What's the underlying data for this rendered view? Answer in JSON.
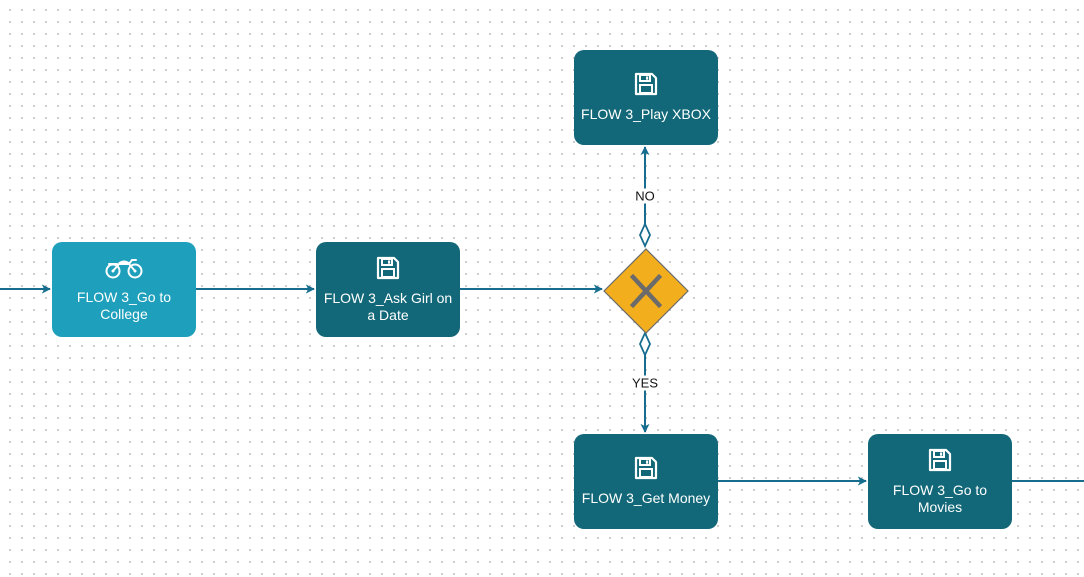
{
  "colors": {
    "task_dark": "#126878",
    "task_light": "#1e9fbb",
    "edge": "#176d8f",
    "gateway_fill": "#f2ae1c",
    "gateway_stroke": "#6b6b6b"
  },
  "nodes": {
    "go_to_college": {
      "label": "FLOW 3_Go to College",
      "icon": "motorcycle-icon"
    },
    "ask_girl": {
      "label": "FLOW 3_Ask Girl on a Date",
      "icon": "floppy-disk-icon"
    },
    "play_xbox": {
      "label": "FLOW 3_Play XBOX",
      "icon": "floppy-disk-icon"
    },
    "get_money": {
      "label": "FLOW 3_Get Money",
      "icon": "floppy-disk-icon"
    },
    "go_to_movies": {
      "label": "FLOW 3_Go to Movies",
      "icon": "floppy-disk-icon"
    }
  },
  "gateway": {
    "type": "exclusive",
    "icon": "x-mark-icon"
  },
  "edges": {
    "no_label": "NO",
    "yes_label": "YES"
  }
}
